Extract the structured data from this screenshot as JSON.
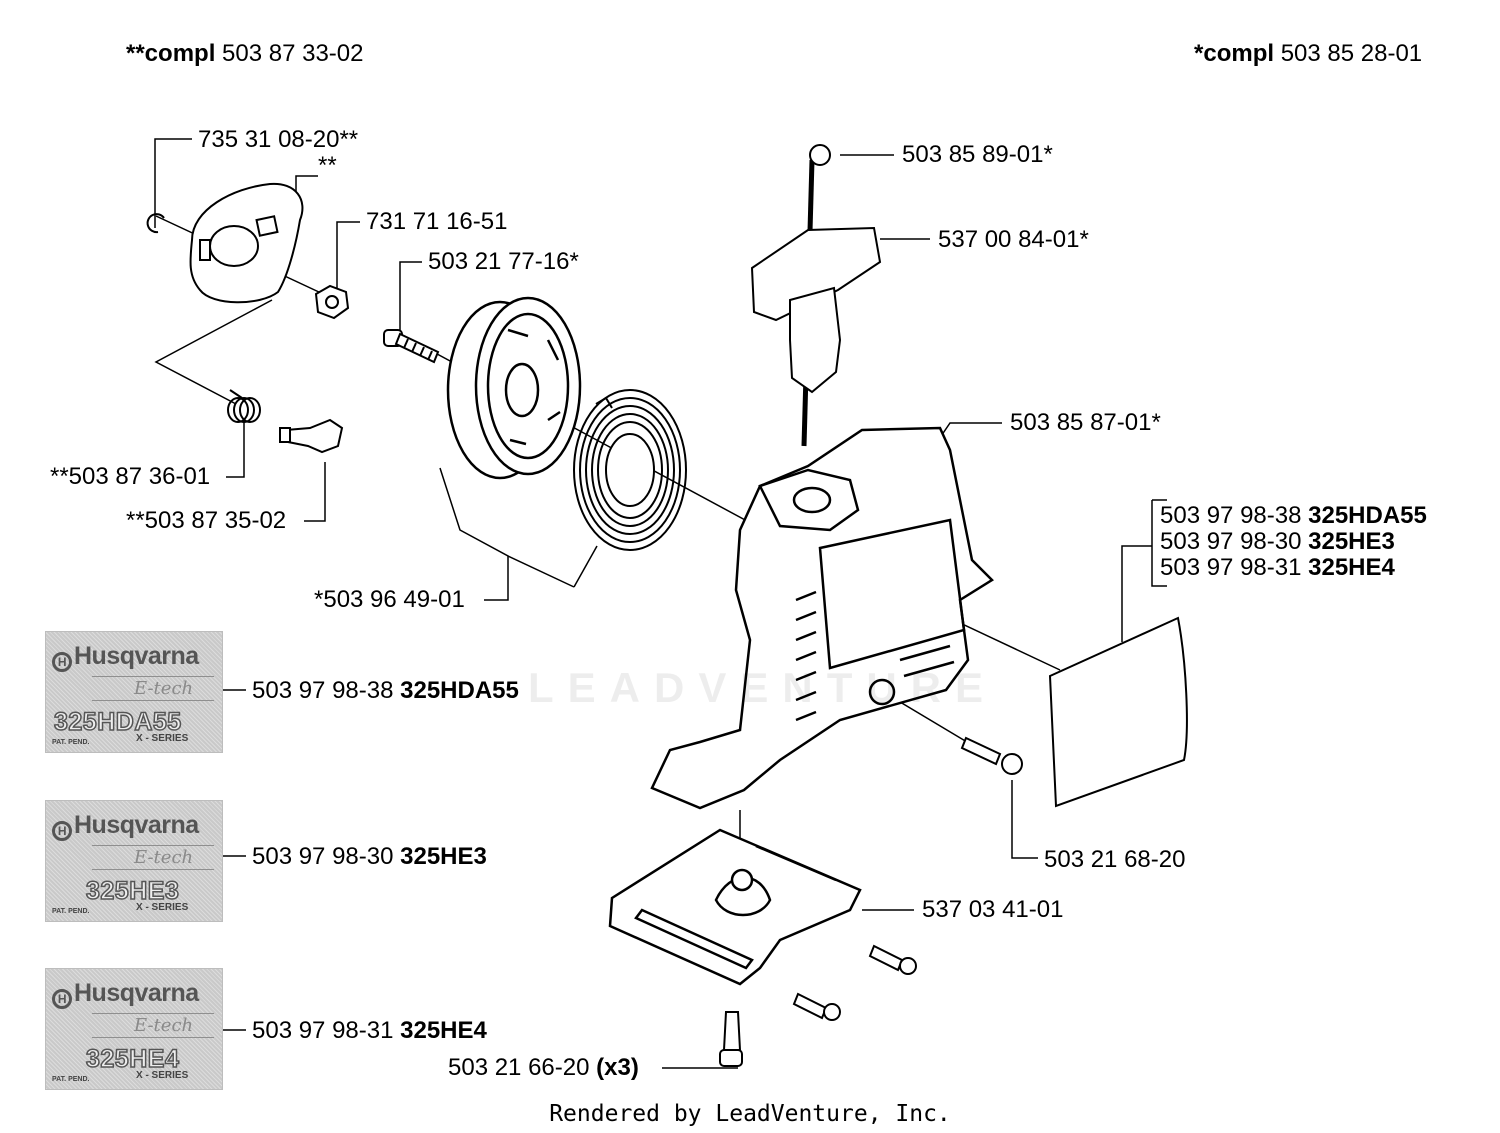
{
  "header": {
    "left": {
      "prefix": "**compl",
      "number": "503 87 33-02"
    },
    "right": {
      "prefix": "*compl",
      "number": "503 85 28-01"
    }
  },
  "parts": [
    {
      "id": "p1",
      "text": "735 31 08-20**"
    },
    {
      "id": "p2",
      "text": "**"
    },
    {
      "id": "p3",
      "text": "731 71 16-51"
    },
    {
      "id": "p4",
      "text": "503 21 77-16*"
    },
    {
      "id": "p5",
      "text": "**503 87 36-01"
    },
    {
      "id": "p6",
      "text": "**503 87 35-02"
    },
    {
      "id": "p7",
      "text": "*503 96 49-01"
    },
    {
      "id": "p8",
      "text": "503 85 89-01*"
    },
    {
      "id": "p9",
      "text": "537 00 84-01*"
    },
    {
      "id": "p10",
      "text": "503 85 87-01*"
    },
    {
      "id": "p11",
      "text": "503 21 68-20"
    },
    {
      "id": "p12",
      "text": "537 03 41-01"
    }
  ],
  "screw_label": {
    "number": "503 21 66-20",
    "qty": "(x3)"
  },
  "decal_list": [
    {
      "number": "503 97 98-38",
      "model": "325HDA55"
    },
    {
      "number": "503 97 98-30",
      "model": "325HE3"
    },
    {
      "number": "503 97 98-31",
      "model": "325HE4"
    }
  ],
  "decals": [
    {
      "brand": "Husqvarna",
      "etech": "E-tech",
      "model": "325HDA55",
      "pat": "PAT. PEND.",
      "series": "X - SERIES",
      "number": "503 97 98-38",
      "model_label": "325HDA55"
    },
    {
      "brand": "Husqvarna",
      "etech": "E-tech",
      "model": "325HE3",
      "pat": "PAT. PEND.",
      "series": "X - SERIES",
      "number": "503 97 98-30",
      "model_label": "325HE3"
    },
    {
      "brand": "Husqvarna",
      "etech": "E-tech",
      "model": "325HE4",
      "pat": "PAT. PEND.",
      "series": "X - SERIES",
      "number": "503 97 98-31",
      "model_label": "325HE4"
    }
  ],
  "watermark": "LEADVENTURE",
  "footer": "Rendered by LeadVenture, Inc."
}
